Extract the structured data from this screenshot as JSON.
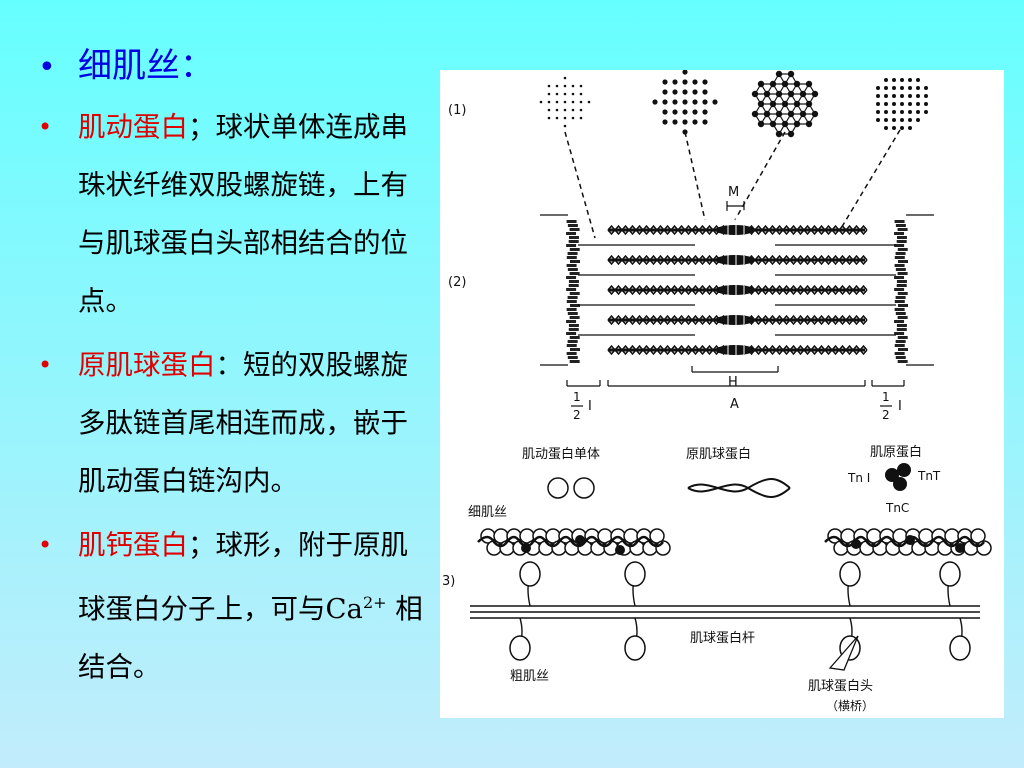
{
  "slide": {
    "title": "细肌丝：",
    "items": [
      {
        "term": "肌动蛋白",
        "text": "；球状单体连成串珠状纤维双股螺旋链，上有与肌球蛋白头部相结合的位点。"
      },
      {
        "term": "原肌球蛋白",
        "text": "：短的双股螺旋多肽链首尾相连而成，嵌于肌动蛋白链沟内。"
      },
      {
        "term": "肌钙蛋白",
        "text_before": "；球形，附于原肌球蛋白分子上，可与Ca",
        "sup": "2+",
        "text_after": " 相结合。"
      }
    ]
  },
  "figure": {
    "panel1": "(1)",
    "panel2": "(2)",
    "panel3": "3)",
    "M": "M",
    "H": "H",
    "A": "A",
    "half_top": "1",
    "half_bottom": "2",
    "I_left": "I",
    "I_right": "I",
    "actin_monomer": "肌动蛋白单体",
    "tropomyosin": "原肌球蛋白",
    "troponin": "肌原蛋白",
    "tnI": "Tn I",
    "tnT": "TnT",
    "tnC": "TnC",
    "thin_filament": "细肌丝",
    "myosin_rod": "肌球蛋白杆",
    "thick_filament": "粗肌丝",
    "myosin_head": "肌球蛋白头",
    "cross_bridge": "（横桥）"
  }
}
